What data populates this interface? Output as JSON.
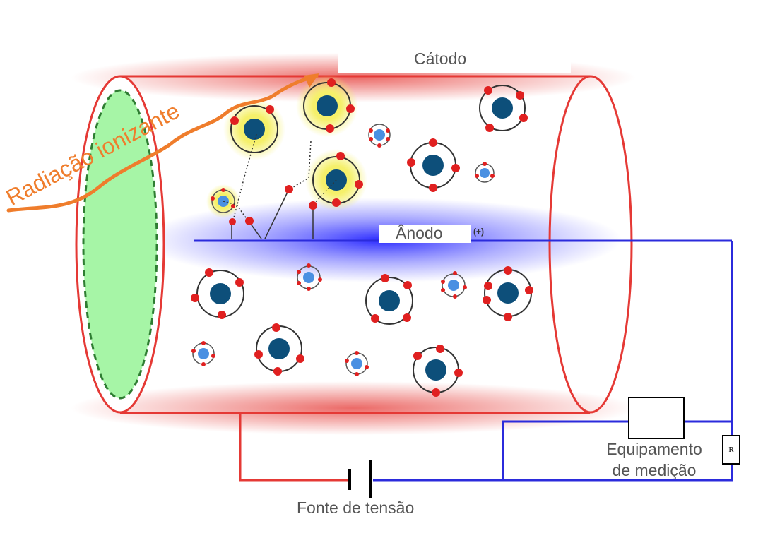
{
  "labels": {
    "cathode": "Cátodo",
    "anode": "Ânodo",
    "anode_sign": "(+)",
    "radiation": "Radiação ionizante",
    "voltage_source": "Fonte de tensão",
    "measurement": "Equipamento de medição",
    "resistor": "R"
  },
  "colors": {
    "cylinder": "#e53935",
    "anode_wire": "#2b2bdc",
    "window": "#a6f5a6",
    "window_border": "#2e7d32",
    "radiation": "#ef7d2c",
    "nucleus": "#0d4f7a",
    "electron": "#e02020",
    "ion_glow": "#f5f06a"
  }
}
